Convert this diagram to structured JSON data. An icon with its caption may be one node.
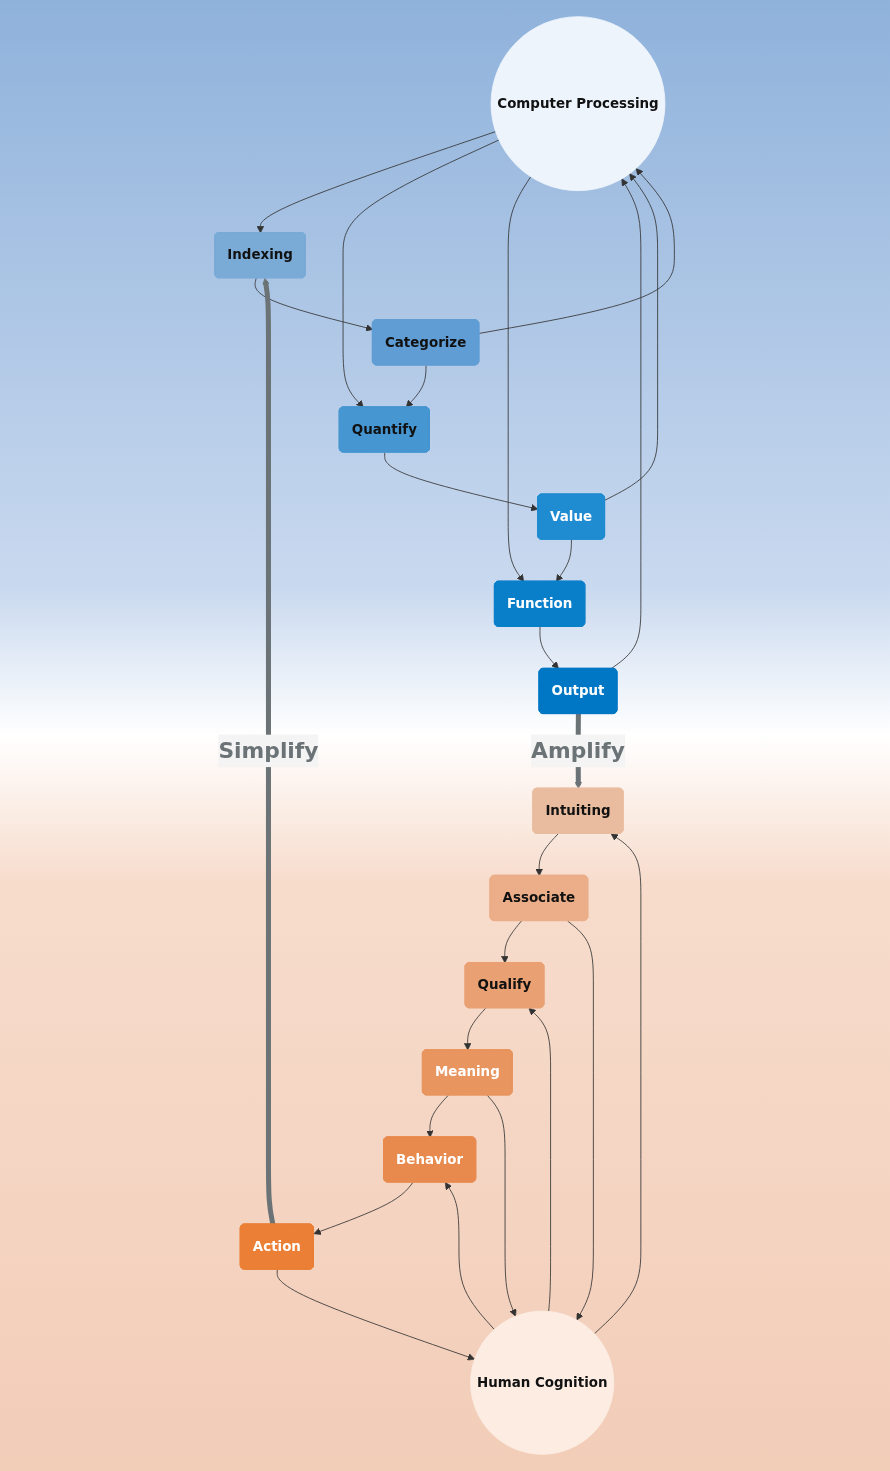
{
  "diagram": {
    "nodes": [
      {
        "text": [
          "Computer Processing"
        ]
      },
      {
        "text": [
          "Indexing"
        ]
      },
      {
        "text": [
          "Categorize"
        ]
      },
      {
        "text": [
          "Quantify"
        ]
      },
      {
        "text": [
          "Value"
        ]
      },
      {
        "text": [
          "Function"
        ]
      },
      {
        "text": [
          "Output"
        ]
      },
      {
        "text": [
          "Human Cognition"
        ]
      },
      {
        "text": [
          "Intuiting"
        ]
      },
      {
        "text": [
          "Associate"
        ]
      },
      {
        "text": [
          "Qualify"
        ]
      },
      {
        "text": [
          "Meaning"
        ]
      },
      {
        "text": [
          "Behavior"
        ]
      },
      {
        "text": [
          "Action"
        ]
      }
    ],
    "edges": [
      {
        "from": 1,
        "to": 2,
        "arrow": "to"
      },
      {
        "from": 2,
        "to": 3,
        "arrow": "to"
      },
      {
        "from": 3,
        "to": 4,
        "arrow": "to"
      },
      {
        "from": 4,
        "to": 5,
        "arrow": "to"
      },
      {
        "from": 5,
        "to": 6,
        "arrow": "to"
      },
      {
        "from": 0,
        "to": 1,
        "arrow": "to"
      },
      {
        "from": 2,
        "to": 0,
        "arrow": "to"
      },
      {
        "from": 0,
        "to": 3,
        "arrow": "to"
      },
      {
        "from": 4,
        "to": 0,
        "arrow": "to"
      },
      {
        "from": 0,
        "to": 5,
        "arrow": "to"
      },
      {
        "from": 6,
        "to": 0,
        "arrow": "to"
      },
      {
        "from": 6,
        "to": 8,
        "arrow": "to",
        "label": "Amplify",
        "style": "thick",
        "color": "#6b7376"
      },
      {
        "from": 8,
        "to": 9,
        "arrow": "to"
      },
      {
        "from": 9,
        "to": 10,
        "arrow": "to"
      },
      {
        "from": 10,
        "to": 11,
        "arrow": "to"
      },
      {
        "from": 11,
        "to": 12,
        "arrow": "to"
      },
      {
        "from": 12,
        "to": 13,
        "arrow": "to"
      },
      {
        "from": 7,
        "to": 8,
        "arrow": "to"
      },
      {
        "from": 9,
        "to": 7,
        "arrow": "to"
      },
      {
        "from": 7,
        "to": 10,
        "arrow": "to"
      },
      {
        "from": 11,
        "to": 7,
        "arrow": "to"
      },
      {
        "from": 7,
        "to": 12,
        "arrow": "to"
      },
      {
        "from": 13,
        "to": 7,
        "arrow": "to"
      },
      {
        "from": 13,
        "to": 1,
        "arrow": "to",
        "label": "Simplify",
        "style": "thick",
        "color": "#6b7376"
      }
    ]
  }
}
